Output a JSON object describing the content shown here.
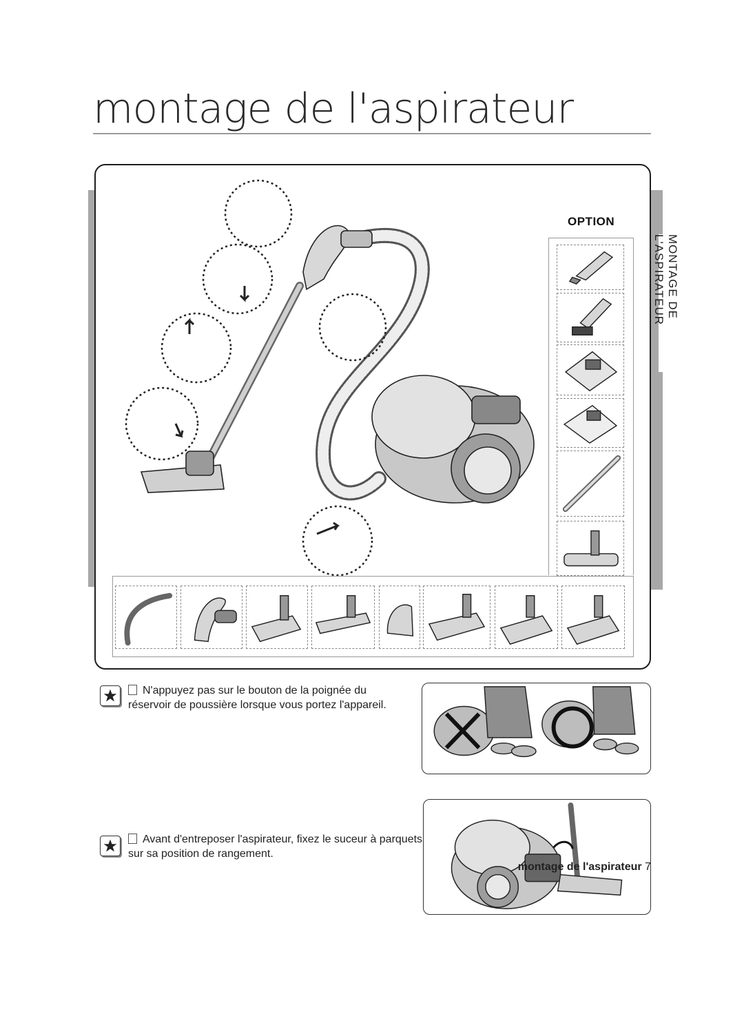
{
  "page": {
    "title": "montage de l'aspirateur",
    "side_tab": "MONTAGE DE L'ASPIRATEUR"
  },
  "diagram": {
    "option_label": "OPTION",
    "colors": {
      "line": "#222222",
      "fill_light": "#e6e6e6",
      "fill_mid": "#bdbdbd",
      "fill_dark": "#7a7a7a",
      "band": "#a8a8a8"
    },
    "option_accessories": [
      "crevice-tool",
      "dusting-brush",
      "dust-bag",
      "dust-bag-open",
      "extension-pipe",
      "floor-brush"
    ],
    "bottom_accessories": [
      "flexible-hose",
      "hose-handle",
      "floor-brush-a",
      "parquet-brush",
      "turbo-mini-brush",
      "floor-brush-b",
      "turbo-brush-a",
      "turbo-brush-b"
    ]
  },
  "notes": [
    {
      "text": "N'appuyez pas sur le bouton de la poignée du réservoir de poussière lorsque vous portez l'appareil."
    },
    {
      "text": "Avant d'entreposer l'aspirateur, fixez le suceur à parquets sur sa position de rangement."
    }
  ],
  "footer": {
    "title": "montage de l'aspirateur",
    "page_number": "7"
  }
}
